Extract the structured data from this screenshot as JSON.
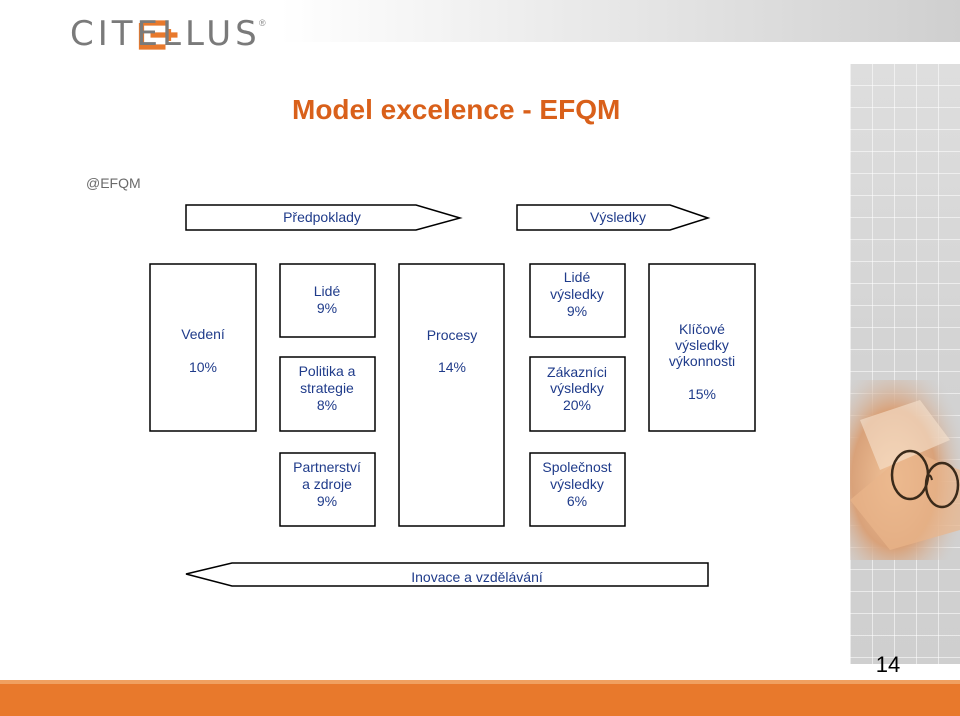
{
  "header": {
    "brand": "CITELLUS",
    "registered": "®"
  },
  "title": "Model excelence - EFQM",
  "copyright": "@EFQM",
  "arrows": {
    "enablers": "Předpoklady",
    "results": "Výsledky",
    "innovation": "Inovace a vzdělávání"
  },
  "boxes": {
    "leadership": {
      "label": "Vedení",
      "value": "10%"
    },
    "people": {
      "label": "Lidé",
      "value": "9%"
    },
    "policy": {
      "line1": "Politika a",
      "line2": "strategie",
      "value": "8%"
    },
    "processes": {
      "label": "Procesy",
      "value": "14%"
    },
    "people_results": {
      "line1": "Lidé",
      "line2": "výsledky",
      "value": "9%"
    },
    "customer_results": {
      "line1": "Zákazníci",
      "line2": "výsledky",
      "value": "20%"
    },
    "key_results": {
      "line1": "Klíčové",
      "line2": "výsledky",
      "line3": "výkonnosti",
      "value": "15%"
    },
    "partnership": {
      "line1": "Partnerství",
      "line2": "a zdroje",
      "value": "9%"
    },
    "society": {
      "line1": "Společnost",
      "line2": "výsledky",
      "value": "6%"
    }
  },
  "footer": {
    "page_number": "14"
  },
  "colors": {
    "accent": "#e8792c",
    "title": "#d9601a",
    "label": "#1f3b8a"
  }
}
